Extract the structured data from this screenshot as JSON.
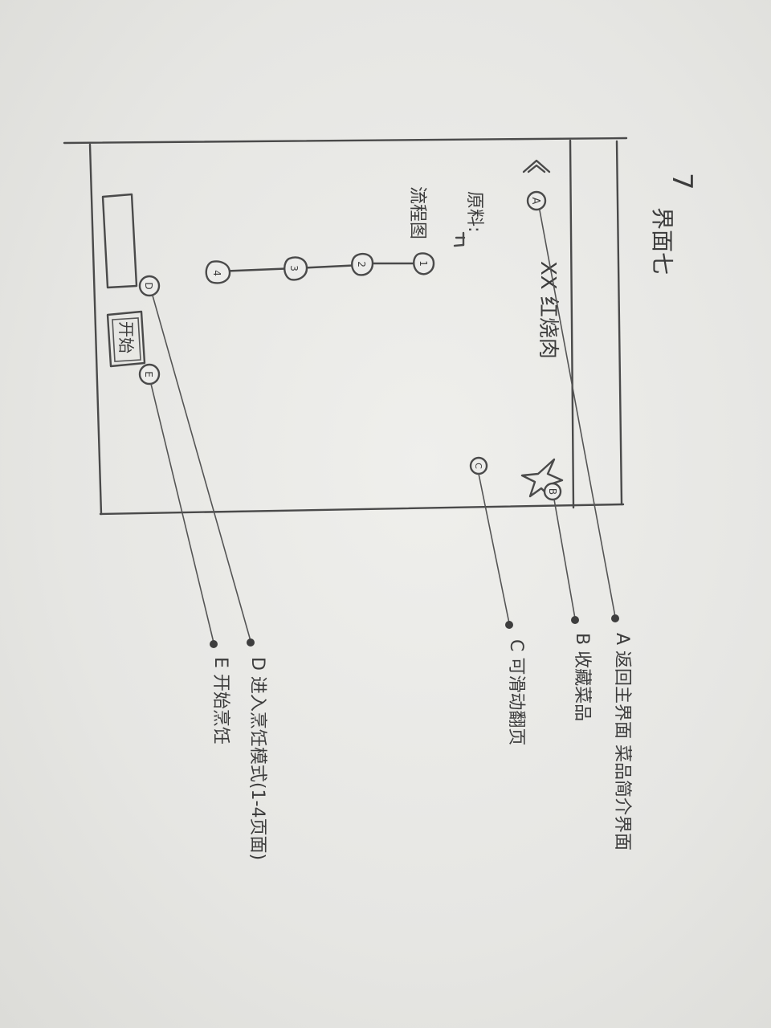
{
  "page_number": "7",
  "sheet_label": "界面七",
  "screen": {
    "back_icon": "chevron-left-icon",
    "title": "XX 红烧肉",
    "favorite_icon": "star-icon",
    "ingredients_label": "原料:",
    "steps_label": "流程图",
    "steps": [
      "1",
      "2",
      "3",
      "4"
    ],
    "start_button_label": "开始"
  },
  "markers": {
    "A": "A",
    "B": "B",
    "C": "C",
    "D": "D",
    "E": "E"
  },
  "annotations": {
    "A": "A 返回主界面 菜品简介界面",
    "B": "B 收藏菜品",
    "C": "C 可滑动翻页",
    "D": "D 进入烹饪模式(1-4页面)",
    "E": "E 开始烹饪"
  }
}
